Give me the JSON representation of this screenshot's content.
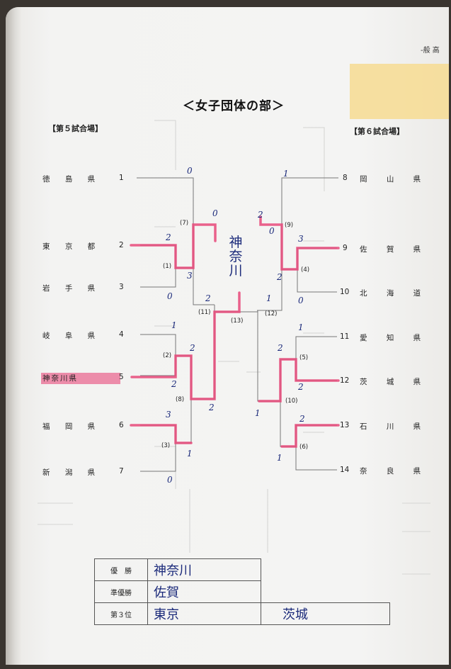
{
  "header": {
    "corner_label": "-般 高",
    "faint_header": "",
    "title": "＜女子団体の部＞"
  },
  "venues": {
    "left": "【第５試合場】",
    "right": "【第６試合場】"
  },
  "teams_left": [
    {
      "num": "1",
      "name": "徳 島 県"
    },
    {
      "num": "2",
      "name": "東 京 都"
    },
    {
      "num": "3",
      "name": "岩 手 県"
    },
    {
      "num": "4",
      "name": "岐 阜 県"
    },
    {
      "num": "5",
      "name": "神奈川県"
    },
    {
      "num": "6",
      "name": "福 岡 県"
    },
    {
      "num": "7",
      "name": "新 潟 県"
    }
  ],
  "teams_right": [
    {
      "num": "8",
      "name": "岡 山 県"
    },
    {
      "num": "9",
      "name": "佐 賀 県"
    },
    {
      "num": "10",
      "name": "北 海 道"
    },
    {
      "num": "11",
      "name": "愛 知 県"
    },
    {
      "num": "12",
      "name": "茨 城 県"
    },
    {
      "num": "13",
      "name": "石 川 県"
    },
    {
      "num": "14",
      "name": "奈 良 県"
    }
  ],
  "match_numbers": [
    "(1)",
    "(2)",
    "(3)",
    "(4)",
    "(5)",
    "(6)",
    "(7)",
    "(8)",
    "(9)",
    "(10)",
    "(11)",
    "(12)",
    "(13)"
  ],
  "handwritten_scores": {
    "m1_top": "0",
    "m7_top": "0",
    "m7_right": "2",
    "s_tokyo": "2",
    "s_iwate_a": "3",
    "s_iwate_b": "0",
    "s_gifu": "1",
    "s_m2": "2",
    "s_kanagawa": "2",
    "s_m8": "2",
    "s_fukuoka": "3",
    "s_m3": "1",
    "s_niigata": "0",
    "s_m11": "2",
    "r8": "1",
    "r_m9_a": "2",
    "r_m9_b": "0",
    "r_saga": "3",
    "r_m4": "2",
    "r_hokkaido": "0",
    "r_m12": "1",
    "r_aichi": "1",
    "r_m5": "2",
    "r_ibaraki": "2",
    "r_m10": "1",
    "r_ishikawa": "2",
    "r_m6": "1"
  },
  "winner_handwritten": "神奈川",
  "results": {
    "rows": [
      {
        "label": "優　勝",
        "value": "神奈川",
        "value2": ""
      },
      {
        "label": "準優勝",
        "value": "佐賀",
        "value2": ""
      },
      {
        "label": "第３位",
        "value": "東京",
        "value2": "茨城"
      }
    ]
  },
  "colors": {
    "highlight": "#e8487a",
    "ink": "#1b2a7a",
    "sticky": "#f5dd9b"
  }
}
